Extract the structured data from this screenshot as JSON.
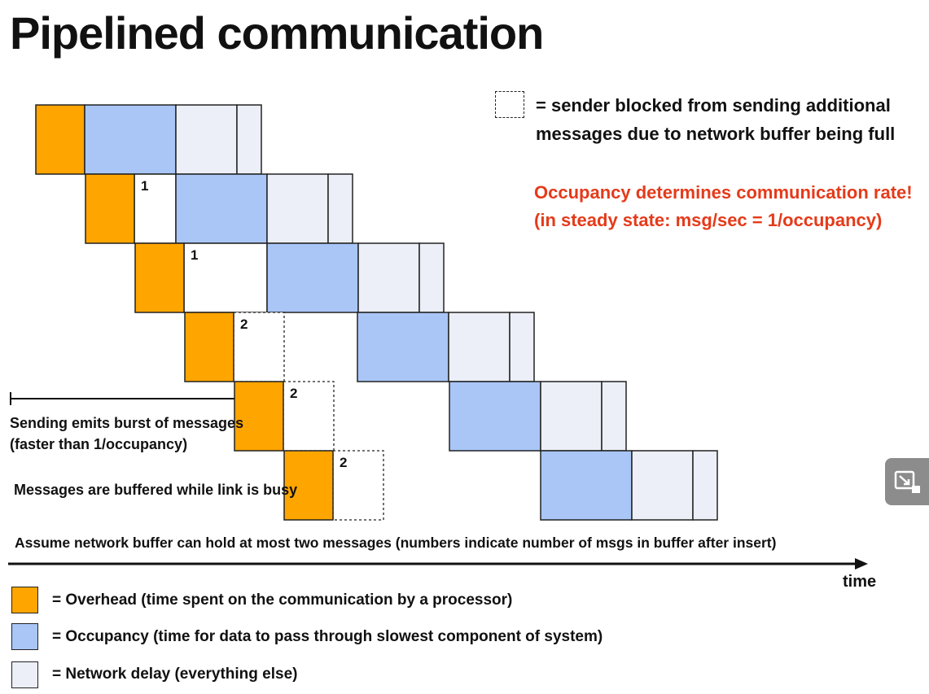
{
  "title": "Pipelined communication",
  "blocked_legend": {
    "line1": "= sender blocked from sending additional",
    "line2": "messages due to network buffer being full"
  },
  "highlight": {
    "line1": "Occupancy determines communication rate!",
    "line2": "(in steady state: msg/sec = 1/occupancy)"
  },
  "burst_note": {
    "line1": "Sending emits burst of messages",
    "line2": "(faster than 1/occupancy)"
  },
  "buffered_note": "Messages are buffered while link is busy",
  "assume_note": "Assume network buffer can hold at most two messages (numbers indicate number of msgs in buffer after insert)",
  "axis_label": "time",
  "legend": [
    {
      "label": "= Overhead  (time spent on the communication by a processor)",
      "color": "#ffa500"
    },
    {
      "label": "= Occupancy (time for data to pass through slowest component of system)",
      "color": "#a9c6f7"
    },
    {
      "label": "= Network delay (everything else)",
      "color": "#eceff7"
    }
  ],
  "colors": {
    "overhead": "#ffa500",
    "occupancy": "#a9c6f7",
    "delay": "#eceff7"
  },
  "messages": [
    {
      "buffer_count": ""
    },
    {
      "buffer_count": "1"
    },
    {
      "buffer_count": "1"
    },
    {
      "buffer_count": "2"
    },
    {
      "buffer_count": "2"
    },
    {
      "buffer_count": "2"
    }
  ],
  "expand_icon": "expand-window-icon"
}
